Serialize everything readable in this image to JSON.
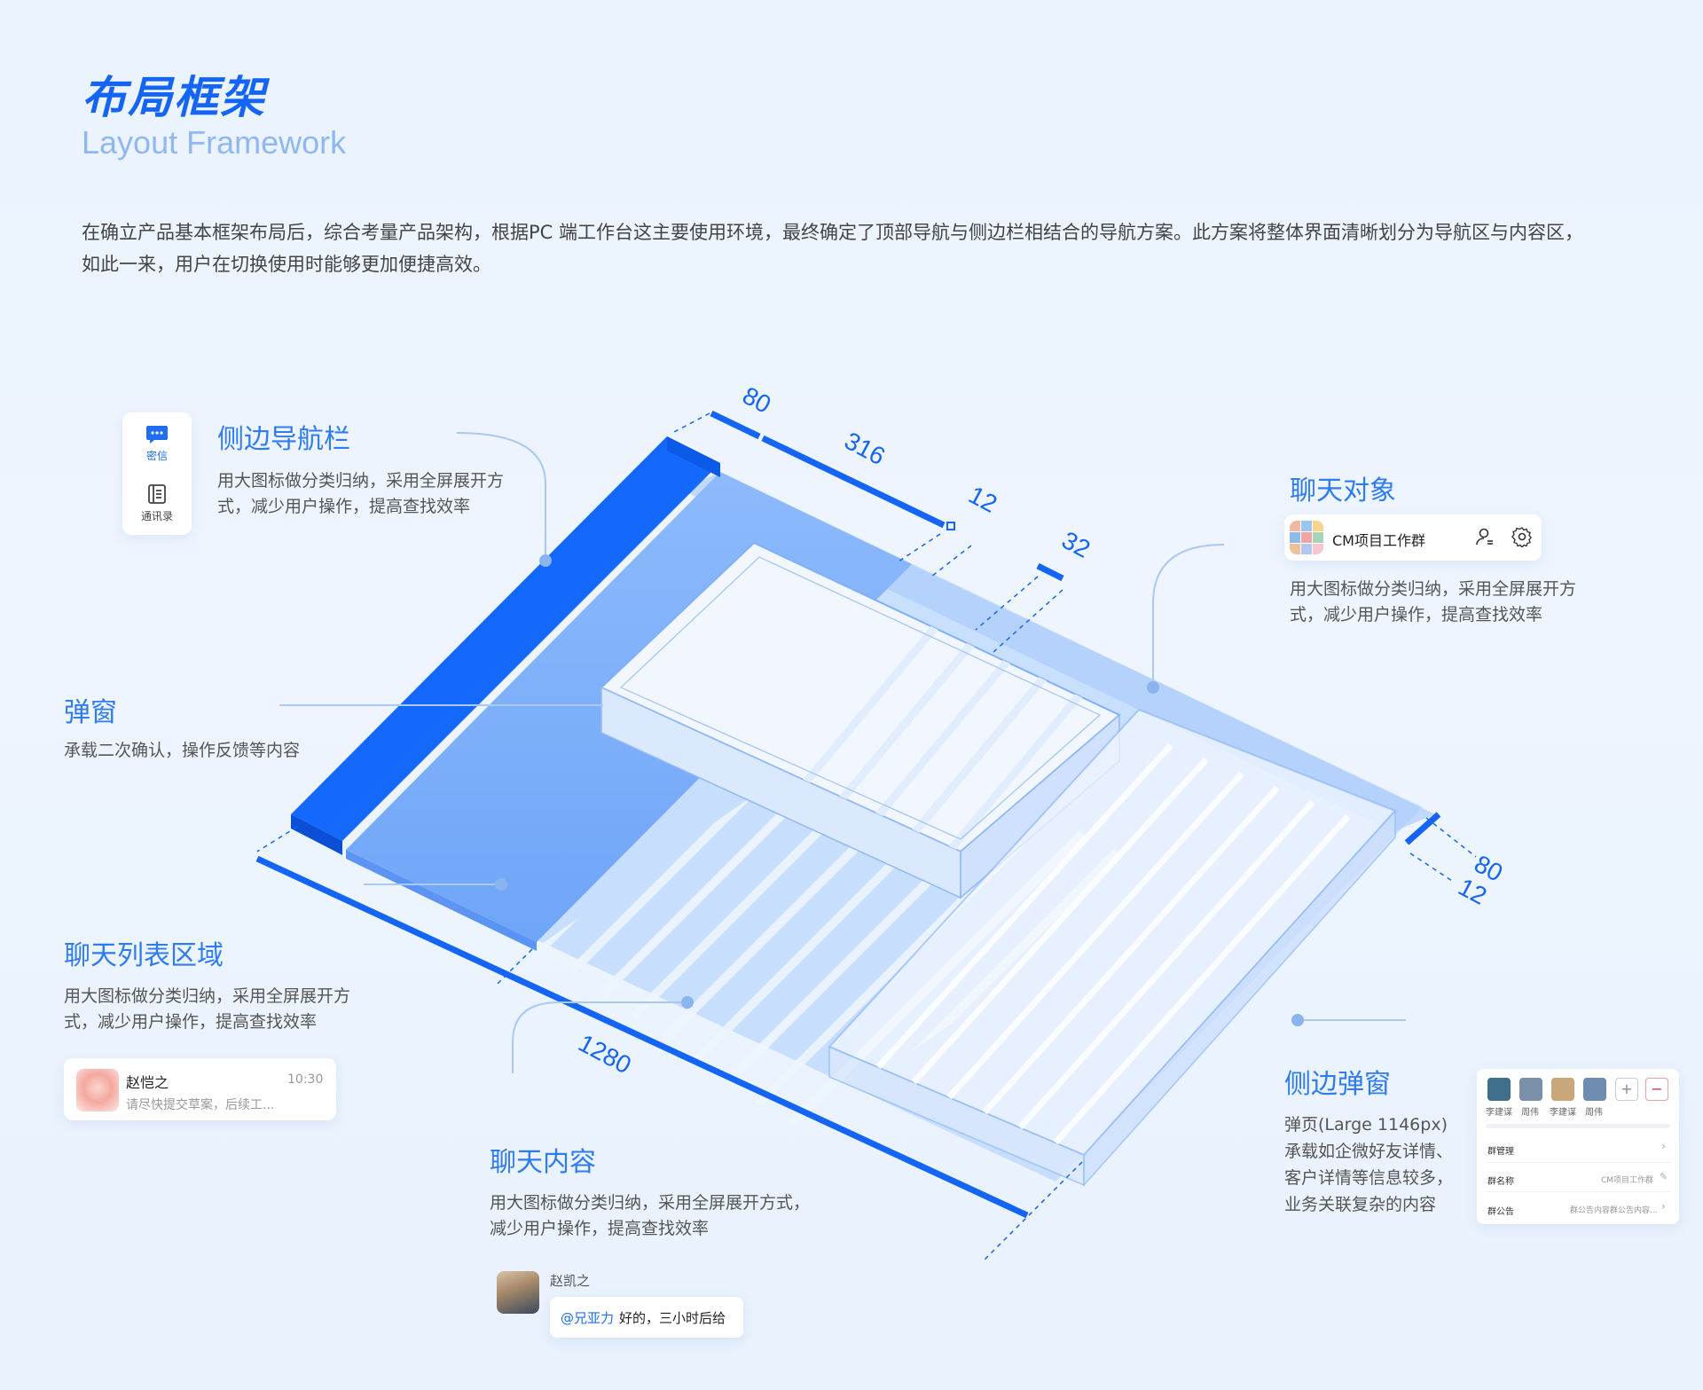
{
  "header": {
    "title_cn": "布局框架",
    "title_en": "Layout Framework",
    "intro": "在确立产品基本框架布局后，综合考量产品架构，根据PC 端工作台这主要使用环境，最终确定了顶部导航与侧边栏相结合的导航方案。此方案将整体界面清晰划分为导航区与内容区，如此一来，用户在切换使用时能够更加便捷高效。"
  },
  "dimensions": {
    "d80_top": "80",
    "d316": "316",
    "d12_top": "12",
    "d32": "32",
    "d80_right": "80",
    "d12_right": "12",
    "d1280": "1280"
  },
  "sections": {
    "sidenav": {
      "title": "侧边导航栏",
      "desc_line1": "用大图标做分类归纳，采用全屏展开方",
      "desc_line2": "式，减少用户操作，提高查找效率",
      "nav_items": [
        {
          "label": "密信",
          "icon": "chat-bubble-icon"
        },
        {
          "label": "通讯录",
          "icon": "contacts-book-icon"
        }
      ]
    },
    "modal": {
      "title": "弹窗",
      "desc": "承载二次确认，操作反馈等内容"
    },
    "chatlist": {
      "title": "聊天列表区域",
      "desc_line1": "用大图标做分类归纳，采用全屏展开方",
      "desc_line2": "式，减少用户操作，提高查找效率",
      "item": {
        "name": "赵恺之",
        "time": "10:30",
        "preview": "请尽快提交草案，后续工..."
      }
    },
    "chatcontent": {
      "title": "聊天内容",
      "desc_line1": "用大图标做分类归纳，采用全屏展开方式，",
      "desc_line2": "减少用户操作，提高查找效率",
      "message": {
        "sender": "赵凯之",
        "mention": "@兄亚力",
        "text": "好的，三小时后给"
      }
    },
    "chattarget": {
      "title": "聊天对象",
      "group_name": "CM项目工作群",
      "desc_line1": "用大图标做分类归纳，采用全屏展开方",
      "desc_line2": "式，减少用户操作，提高查找效率"
    },
    "sidedrawer": {
      "title": "侧边弹窗",
      "desc_line1": "弹页(Large 1146px)",
      "desc_line2": "承载如企微好友详情、",
      "desc_line3": "客户详情等信息较多，",
      "desc_line4": "业务关联复杂的内容",
      "members": [
        "李建谋",
        "周伟",
        "李建谋",
        "周伟"
      ],
      "rows": [
        {
          "label": "群管理",
          "value": ""
        },
        {
          "label": "群名称",
          "value": "CM项目工作群"
        },
        {
          "label": "群公告",
          "value": "群公告内容群公告内容..."
        }
      ]
    }
  },
  "colors": {
    "primary": "#1464f5",
    "light_blue": "#7fb0fb",
    "pale_blue": "#b5d2fc",
    "background": "#eaf3fe"
  }
}
